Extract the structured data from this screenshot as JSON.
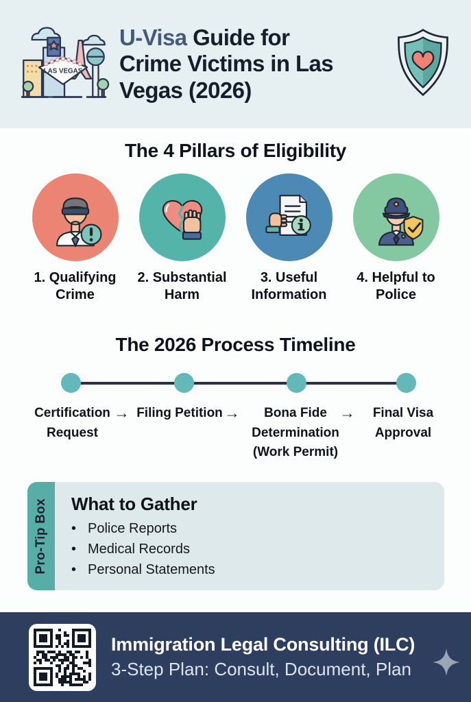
{
  "header": {
    "title_accent": "U-Visa",
    "title_rest": " Guide for Crime Victims in Las Vegas (2026)",
    "las_vegas_sign_text": "LAS VEGAS"
  },
  "pillars": {
    "heading": "The 4 Pillars of Eligibility",
    "items": [
      {
        "label": "1. Qualifying Crime",
        "color": "#ec8473",
        "icon": "blindfolded-victim-icon"
      },
      {
        "label": "2. Substantial Harm",
        "color": "#54b4a9",
        "icon": "broken-heart-hand-icon"
      },
      {
        "label": "3. Useful Information",
        "color": "#4d89b5",
        "icon": "document-info-icon"
      },
      {
        "label": "4. Helpful to Police",
        "color": "#83c8a1",
        "icon": "police-officer-icon"
      }
    ]
  },
  "timeline": {
    "heading": "The 2026 Process Timeline",
    "arrow": "→",
    "steps": [
      "Certification Request",
      "Filing Petition",
      "Bona Fide Determination (Work Permit)",
      "Final Visa Approval"
    ],
    "dot_color": "#63b8ba",
    "line_color": "#283247"
  },
  "protip": {
    "tab_label": "Pro-Tip Box",
    "heading": "What to Gather",
    "bullet": "•",
    "items": [
      "Police Reports",
      "Medical Records",
      "Personal Statements"
    ],
    "tab_color": "#58aea7",
    "box_color": "#dde9eb"
  },
  "footer": {
    "org": "Immigration Legal Consulting (ILC)",
    "tagline": "3-Step Plan: Consult, Document, Plan",
    "bg_color": "#2d3e5f"
  },
  "colors": {
    "header_bg": "#e6f0f2",
    "title_accent": "#46597c",
    "dark_text": "#161e2b"
  },
  "icon_names": [
    "las-vegas-skyline-icon",
    "shield-heart-icon",
    "blindfolded-victim-icon",
    "broken-heart-hand-icon",
    "document-info-icon",
    "police-officer-icon",
    "qr-code-icon",
    "sparkle-icon",
    "timeline-dot",
    "arrow-icon"
  ]
}
